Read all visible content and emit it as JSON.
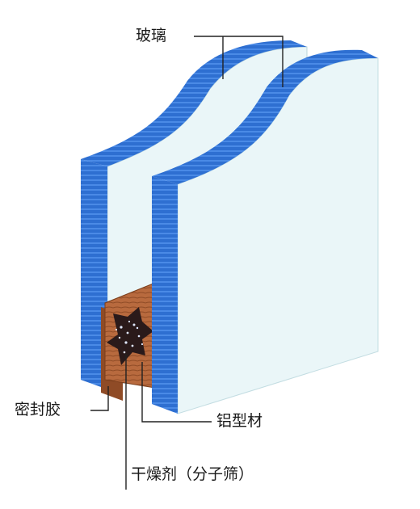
{
  "labels": {
    "glass": "玻璃",
    "sealant": "密封胶",
    "aluminum_profile": "铝型材",
    "desiccant": "干燥剂（分子筛）"
  },
  "colors": {
    "glass_face": "#eaf6f8",
    "glass_edge": "#2e6fd1",
    "spacer": "#b86a3e",
    "leader_line": "#222222"
  }
}
